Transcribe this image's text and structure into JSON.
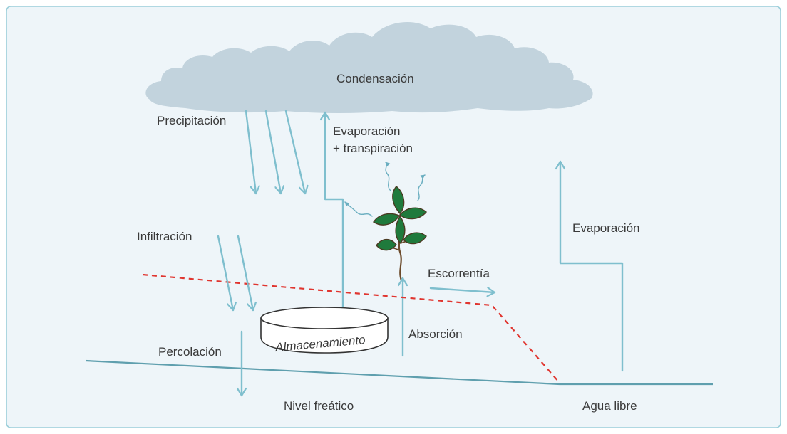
{
  "labels": {
    "condensation": "Condensación",
    "precipitation": "Precipitación",
    "evap_transp_line1": "Evaporación",
    "evap_transp_line2": "+ transpiración",
    "evaporation": "Evaporación",
    "infiltration": "Infiltración",
    "runoff": "Escorrentía",
    "storage": "Almacenamiento",
    "absorption": "Absorción",
    "percolation": "Percolación",
    "water_table": "Nivel freático",
    "open_water": "Agua libre"
  },
  "colors": {
    "background": "#eef5f9",
    "frame": "#9ccfda",
    "cloud": "#c2d3dd",
    "arrow": "#7fbfce",
    "ground_line": "#5f9fae",
    "dashed_line": "#e0352f",
    "leaf": "#1f7a3c",
    "leaf_outline": "#4a3a22",
    "stem": "#6b4a2a",
    "label_text": "#3a3a3a"
  }
}
